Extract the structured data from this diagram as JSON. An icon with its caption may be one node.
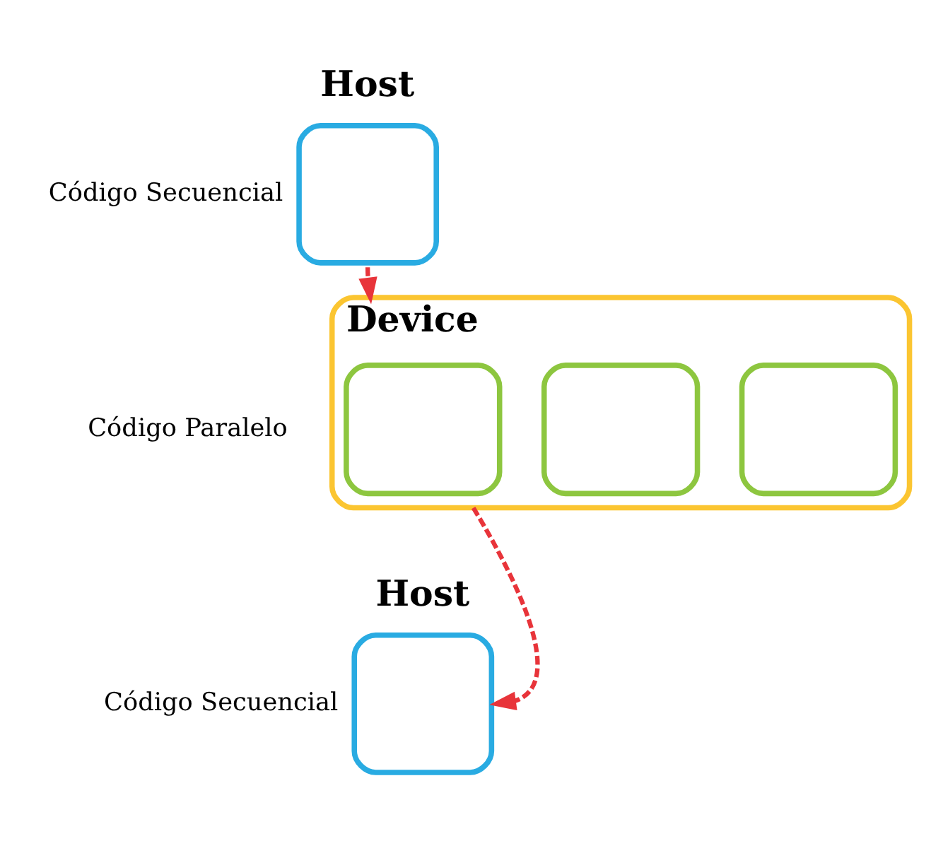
{
  "diagram": {
    "nodes": [
      {
        "text": [
          "Host"
        ],
        "beside": [
          "Código Secuencial"
        ]
      },
      {
        "text": [
          "Device"
        ],
        "beside": [
          "Código Paralelo"
        ]
      },
      {
        "text": [],
        "shape": "box",
        "in": 1
      },
      {
        "text": [],
        "shape": "box",
        "in": 1
      },
      {
        "text": [],
        "shape": "box",
        "in": 1
      },
      {
        "text": [
          "Host"
        ],
        "beside": [
          "Código Secuencial"
        ]
      }
    ],
    "edges": [
      {
        "from": 0,
        "to": 1,
        "arrow": "to",
        "style": "dashed",
        "color": "#e8343a"
      },
      {
        "from": 1,
        "to": 5,
        "arrow": "to",
        "style": "dashed",
        "color": "#e8343a"
      }
    ]
  }
}
